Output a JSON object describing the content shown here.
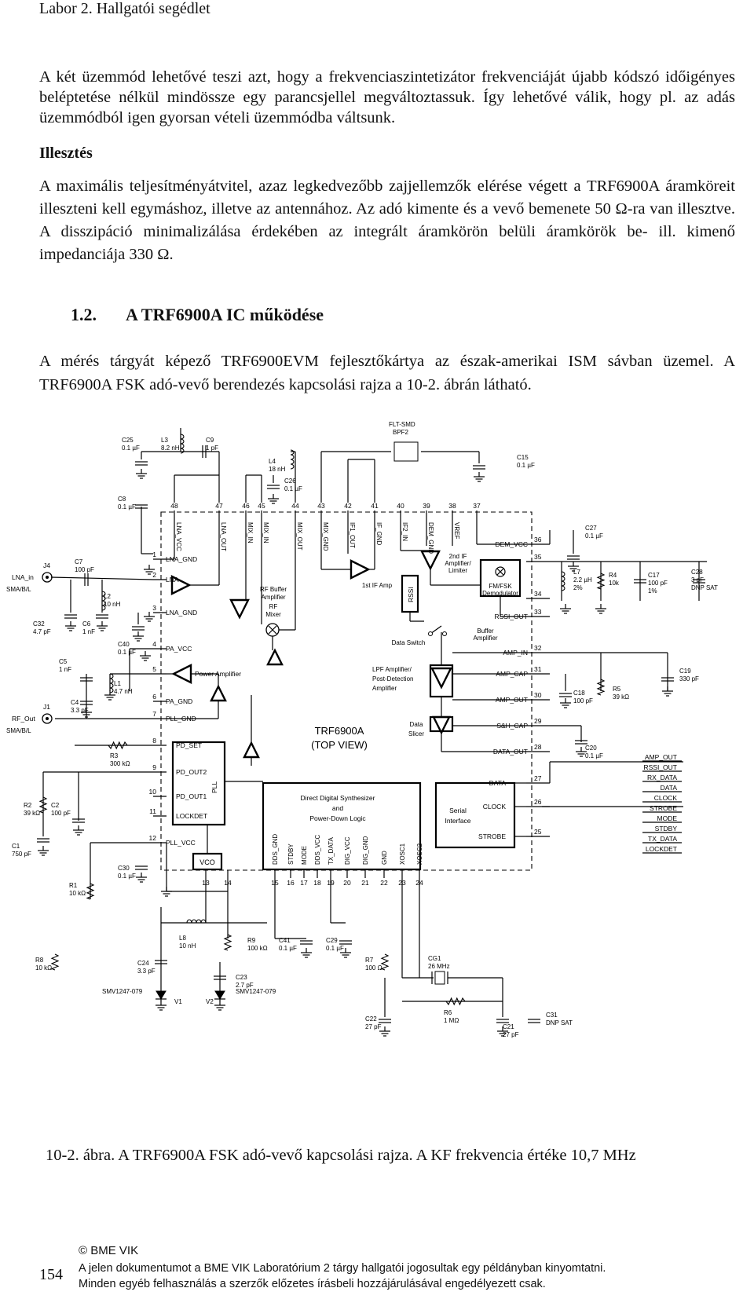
{
  "header": {
    "title": "Labor 2. Hallgatói segédlet"
  },
  "paragraph1": "A két üzemmód lehetővé teszi azt, hogy a frekvenciaszintetizátor frekvenciáját újabb kódszó időigényes beléptetése nélkül mindössze egy parancsjellel megváltoztassuk. Így lehetővé válik, hogy pl. az adás üzemmódból igen gyorsan vételi üzemmódba váltsunk.",
  "heading_illesztes": "Illesztés",
  "paragraph2": "A maximális teljesítményátvitel, azaz legkedvezőbb zajjellemzők elérése végett a TRF6900A áramköreit illeszteni kell egymáshoz, illetve az antennához. Az adó kimente és a vevő bemenete 50 Ω-ra van illesztve. A disszipáció minimalizálása érdekében az integrált áramkörön belüli áramkörök be- ill. kimenő impedanciája 330 Ω.",
  "section": {
    "number": "1.2.",
    "title": "A TRF6900A IC működése"
  },
  "paragraph3": "A mérés tárgyát képező TRF6900EVM fejlesztőkártya az észak-amerikai ISM sávban üzemel. A TRF6900A FSK adó-vevő berendezés kapcsolási rajza a 10-2. ábrán látható.",
  "schematic": {
    "chip_name": "TRF6900A",
    "chip_view": "(TOP VIEW)",
    "dds_block": [
      "Direct Digital Synthesizer",
      "and",
      "Power-Down Logic"
    ],
    "serial_block": [
      "Serial",
      "Interface"
    ],
    "vco": "VCO",
    "pll": "PLL",
    "fmfsk": [
      "FM/FSK",
      "Demodulator"
    ],
    "rssi": "RSSI",
    "top_pins": [
      {
        "num": "48",
        "name": "LNA_VCC"
      },
      {
        "num": "47",
        "name": "LNA_OUT"
      },
      {
        "num": "46",
        "name": "MIX_IN"
      },
      {
        "num": "45",
        "name": "MIX_IN"
      },
      {
        "num": "44",
        "name": "MIX_OUT"
      },
      {
        "num": "43",
        "name": "MIX_GND"
      },
      {
        "num": "42",
        "name": "IF1_OUT"
      },
      {
        "num": "41",
        "name": "IF_GND"
      },
      {
        "num": "40",
        "name": "IF2_IN"
      },
      {
        "num": "39",
        "name": "DEM_GND"
      },
      {
        "num": "38",
        "name": "VREF"
      },
      {
        "num": "37",
        "name": ""
      }
    ],
    "left_pins": [
      {
        "num": "1",
        "name": "LNA_GND"
      },
      {
        "num": "2",
        "name": "LNA"
      },
      {
        "num": "3",
        "name": "LNA_GND"
      },
      {
        "num": "4",
        "name": "PA_VCC"
      },
      {
        "num": "5",
        "name": "Power Amplifier"
      },
      {
        "num": "6",
        "name": "PA_GND"
      },
      {
        "num": "7",
        "name": "PLL_GND"
      },
      {
        "num": "8",
        "name": "PD_SET"
      },
      {
        "num": "9",
        "name": "PD_OUT2"
      },
      {
        "num": "10",
        "name": "PD_OUT1"
      },
      {
        "num": "11",
        "name": "LOCKDET"
      },
      {
        "num": "12",
        "name": "PLL_VCC"
      }
    ],
    "right_pins": [
      {
        "num": "36",
        "name": "DEM_VCC"
      },
      {
        "num": "35",
        "name": ""
      },
      {
        "num": "34",
        "name": ""
      },
      {
        "num": "33",
        "name": "RSSI_OUT"
      },
      {
        "num": "32",
        "name": "AMP_IN"
      },
      {
        "num": "31",
        "name": "AMP_CAP"
      },
      {
        "num": "30",
        "name": "AMP_OUT"
      },
      {
        "num": "29",
        "name": "S&H_CAP"
      },
      {
        "num": "28",
        "name": "DATA_OUT"
      },
      {
        "num": "27",
        "name": "DATA"
      },
      {
        "num": "26",
        "name": "CLOCK"
      },
      {
        "num": "25",
        "name": "STROBE"
      }
    ],
    "bottom_pins": [
      {
        "num": "13",
        "name": ""
      },
      {
        "num": "14",
        "name": ""
      },
      {
        "num": "15",
        "name": "DDS_GND"
      },
      {
        "num": "16",
        "name": "STDBY"
      },
      {
        "num": "17",
        "name": "MODE"
      },
      {
        "num": "18",
        "name": "DDS_VCC"
      },
      {
        "num": "19",
        "name": "TX_DATA"
      },
      {
        "num": "20",
        "name": "DIG_VCC"
      },
      {
        "num": "21",
        "name": "DIG_GND"
      },
      {
        "num": "22",
        "name": "GND"
      },
      {
        "num": "23",
        "name": "XOSC1"
      },
      {
        "num": "24",
        "name": "XOSC2"
      }
    ],
    "blocks": {
      "rf_buffer": [
        "RF Buffer",
        "Amplifier"
      ],
      "rf_mixer": [
        "RF",
        "Mixer"
      ],
      "if_amp": "1st IF Amp",
      "if2_amp": [
        "2nd IF",
        "Amplifier/",
        "Limiter"
      ],
      "buffer_amp": [
        "Buffer",
        "Amplifier"
      ],
      "data_switch": "Data Switch",
      "lpf_amp": [
        "LPF Amplifier/",
        "Post-Detection",
        "Amplifier"
      ],
      "data_slicer": [
        "Data",
        "Slicer"
      ]
    },
    "connectors": [
      {
        "ref": "J4",
        "sig": "LNA_in",
        "type": "SMA/B/L"
      },
      {
        "ref": "J1",
        "sig": "RF_Out",
        "type": "SMA/B/L"
      }
    ],
    "components": [
      {
        "ref": "C25",
        "val": "0.1 µF"
      },
      {
        "ref": "L3",
        "val": "8.2 nH"
      },
      {
        "ref": "C9",
        "val": "1 pF"
      },
      {
        "ref": "L4",
        "val": "18 nH"
      },
      {
        "ref": "C26",
        "val": "0.1 µF"
      },
      {
        "ref": "BPF2",
        "val": "FLT-SMD"
      },
      {
        "ref": "C15",
        "val": "0.1 µF"
      },
      {
        "ref": "C8",
        "val": "0.1 µF"
      },
      {
        "ref": "C27",
        "val": "0.1 µF"
      },
      {
        "ref": "C7",
        "val": "100 pF"
      },
      {
        "ref": "L2",
        "val": "10 nH"
      },
      {
        "ref": "C32",
        "val": "4.7 pF"
      },
      {
        "ref": "C6",
        "val": "1 nF"
      },
      {
        "ref": "L7",
        "val": "2.2 µH 2%"
      },
      {
        "ref": "R4",
        "val": "10k"
      },
      {
        "ref": "C17",
        "val": "100 pF 1%"
      },
      {
        "ref": "C28",
        "val": "3 pF DNP SAT"
      },
      {
        "ref": "C40",
        "val": "0.1 µF"
      },
      {
        "ref": "C5",
        "val": "1 nF"
      },
      {
        "ref": "L1",
        "val": "4.7 nH"
      },
      {
        "ref": "C4",
        "val": "3.3 pF"
      },
      {
        "ref": "C18",
        "val": "100 pF"
      },
      {
        "ref": "R5",
        "val": "39 kΩ"
      },
      {
        "ref": "C19",
        "val": "330 pF"
      },
      {
        "ref": "R3",
        "val": "300 kΩ"
      },
      {
        "ref": "C20",
        "val": "0.1 µF"
      },
      {
        "ref": "R2",
        "val": "39 kΩ"
      },
      {
        "ref": "C2",
        "val": "100 pF"
      },
      {
        "ref": "C1",
        "val": "750 pF"
      },
      {
        "ref": "C30",
        "val": "0.1 µF"
      },
      {
        "ref": "R1",
        "val": "10 kΩ"
      },
      {
        "ref": "L8",
        "val": "10 nH"
      },
      {
        "ref": "R8",
        "val": "10 kΩ"
      },
      {
        "ref": "C24",
        "val": "3.3 pF"
      },
      {
        "ref": "R9",
        "val": "100 kΩ"
      },
      {
        "ref": "C23",
        "val": "2.7 pF"
      },
      {
        "ref": "C41",
        "val": "0.1 µF"
      },
      {
        "ref": "C29",
        "val": "0.1 µF"
      },
      {
        "ref": "R7",
        "val": "100 Ω"
      },
      {
        "ref": "CG1",
        "val": "26 MHz"
      },
      {
        "ref": "R6",
        "val": "1 MΩ"
      },
      {
        "ref": "C22",
        "val": "27 pF"
      },
      {
        "ref": "C21",
        "val": "27 pF"
      },
      {
        "ref": "C31",
        "val": "DNP SAT"
      },
      {
        "ref": "V1",
        "val": "SMV1247-079"
      },
      {
        "ref": "V2",
        "val": "SMV1247-079"
      }
    ],
    "signal_labels": [
      "AMP_OUT",
      "RSSI_OUT",
      "RX_DATA",
      "DATA",
      "CLOCK",
      "STROBE",
      "MODE",
      "STDBY",
      "TX_DATA",
      "LOCKDET"
    ]
  },
  "caption": "10-2. ábra. A TRF6900A FSK adó-vevő kapcsolási rajza. A KF frekvencia értéke 10,7 MHz",
  "footer": {
    "copyright": "© BME VIK",
    "page_number": "154",
    "line1": "A jelen dokumentumot a BME VIK Laboratórium 2 tárgy hallgatói jogosultak egy példányban kinyomtatni.",
    "line2": "Minden egyéb felhasználás a szerzők előzetes írásbeli hozzájárulásával engedélyezett csak."
  }
}
